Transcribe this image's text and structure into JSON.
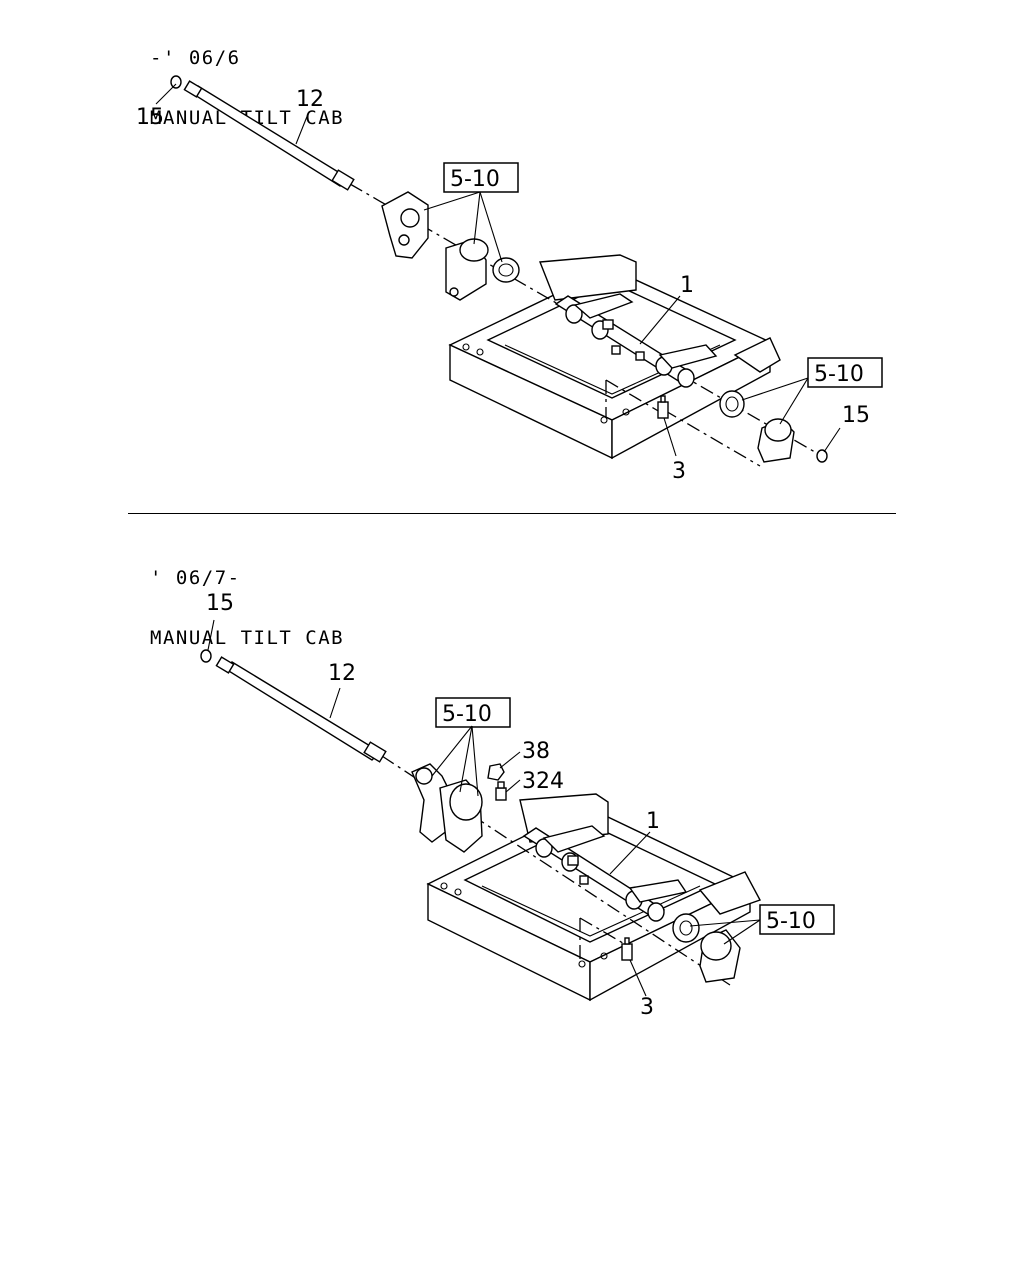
{
  "panels": [
    {
      "period": "-' 06/6",
      "title": "MANUAL TILT CAB",
      "callouts": {
        "c15a": "15",
        "c12": "12",
        "c510a": "5-10",
        "c1": "1",
        "c510b": "5-10",
        "c15b": "15",
        "c3": "3"
      }
    },
    {
      "period": "' 06/7-",
      "title": "MANUAL TILT CAB",
      "callouts": {
        "c15a": "15",
        "c12": "12",
        "c510a": "5-10",
        "c38": "38",
        "c324": "324",
        "c1": "1",
        "c510b": "5-10",
        "c3": "3"
      }
    }
  ]
}
